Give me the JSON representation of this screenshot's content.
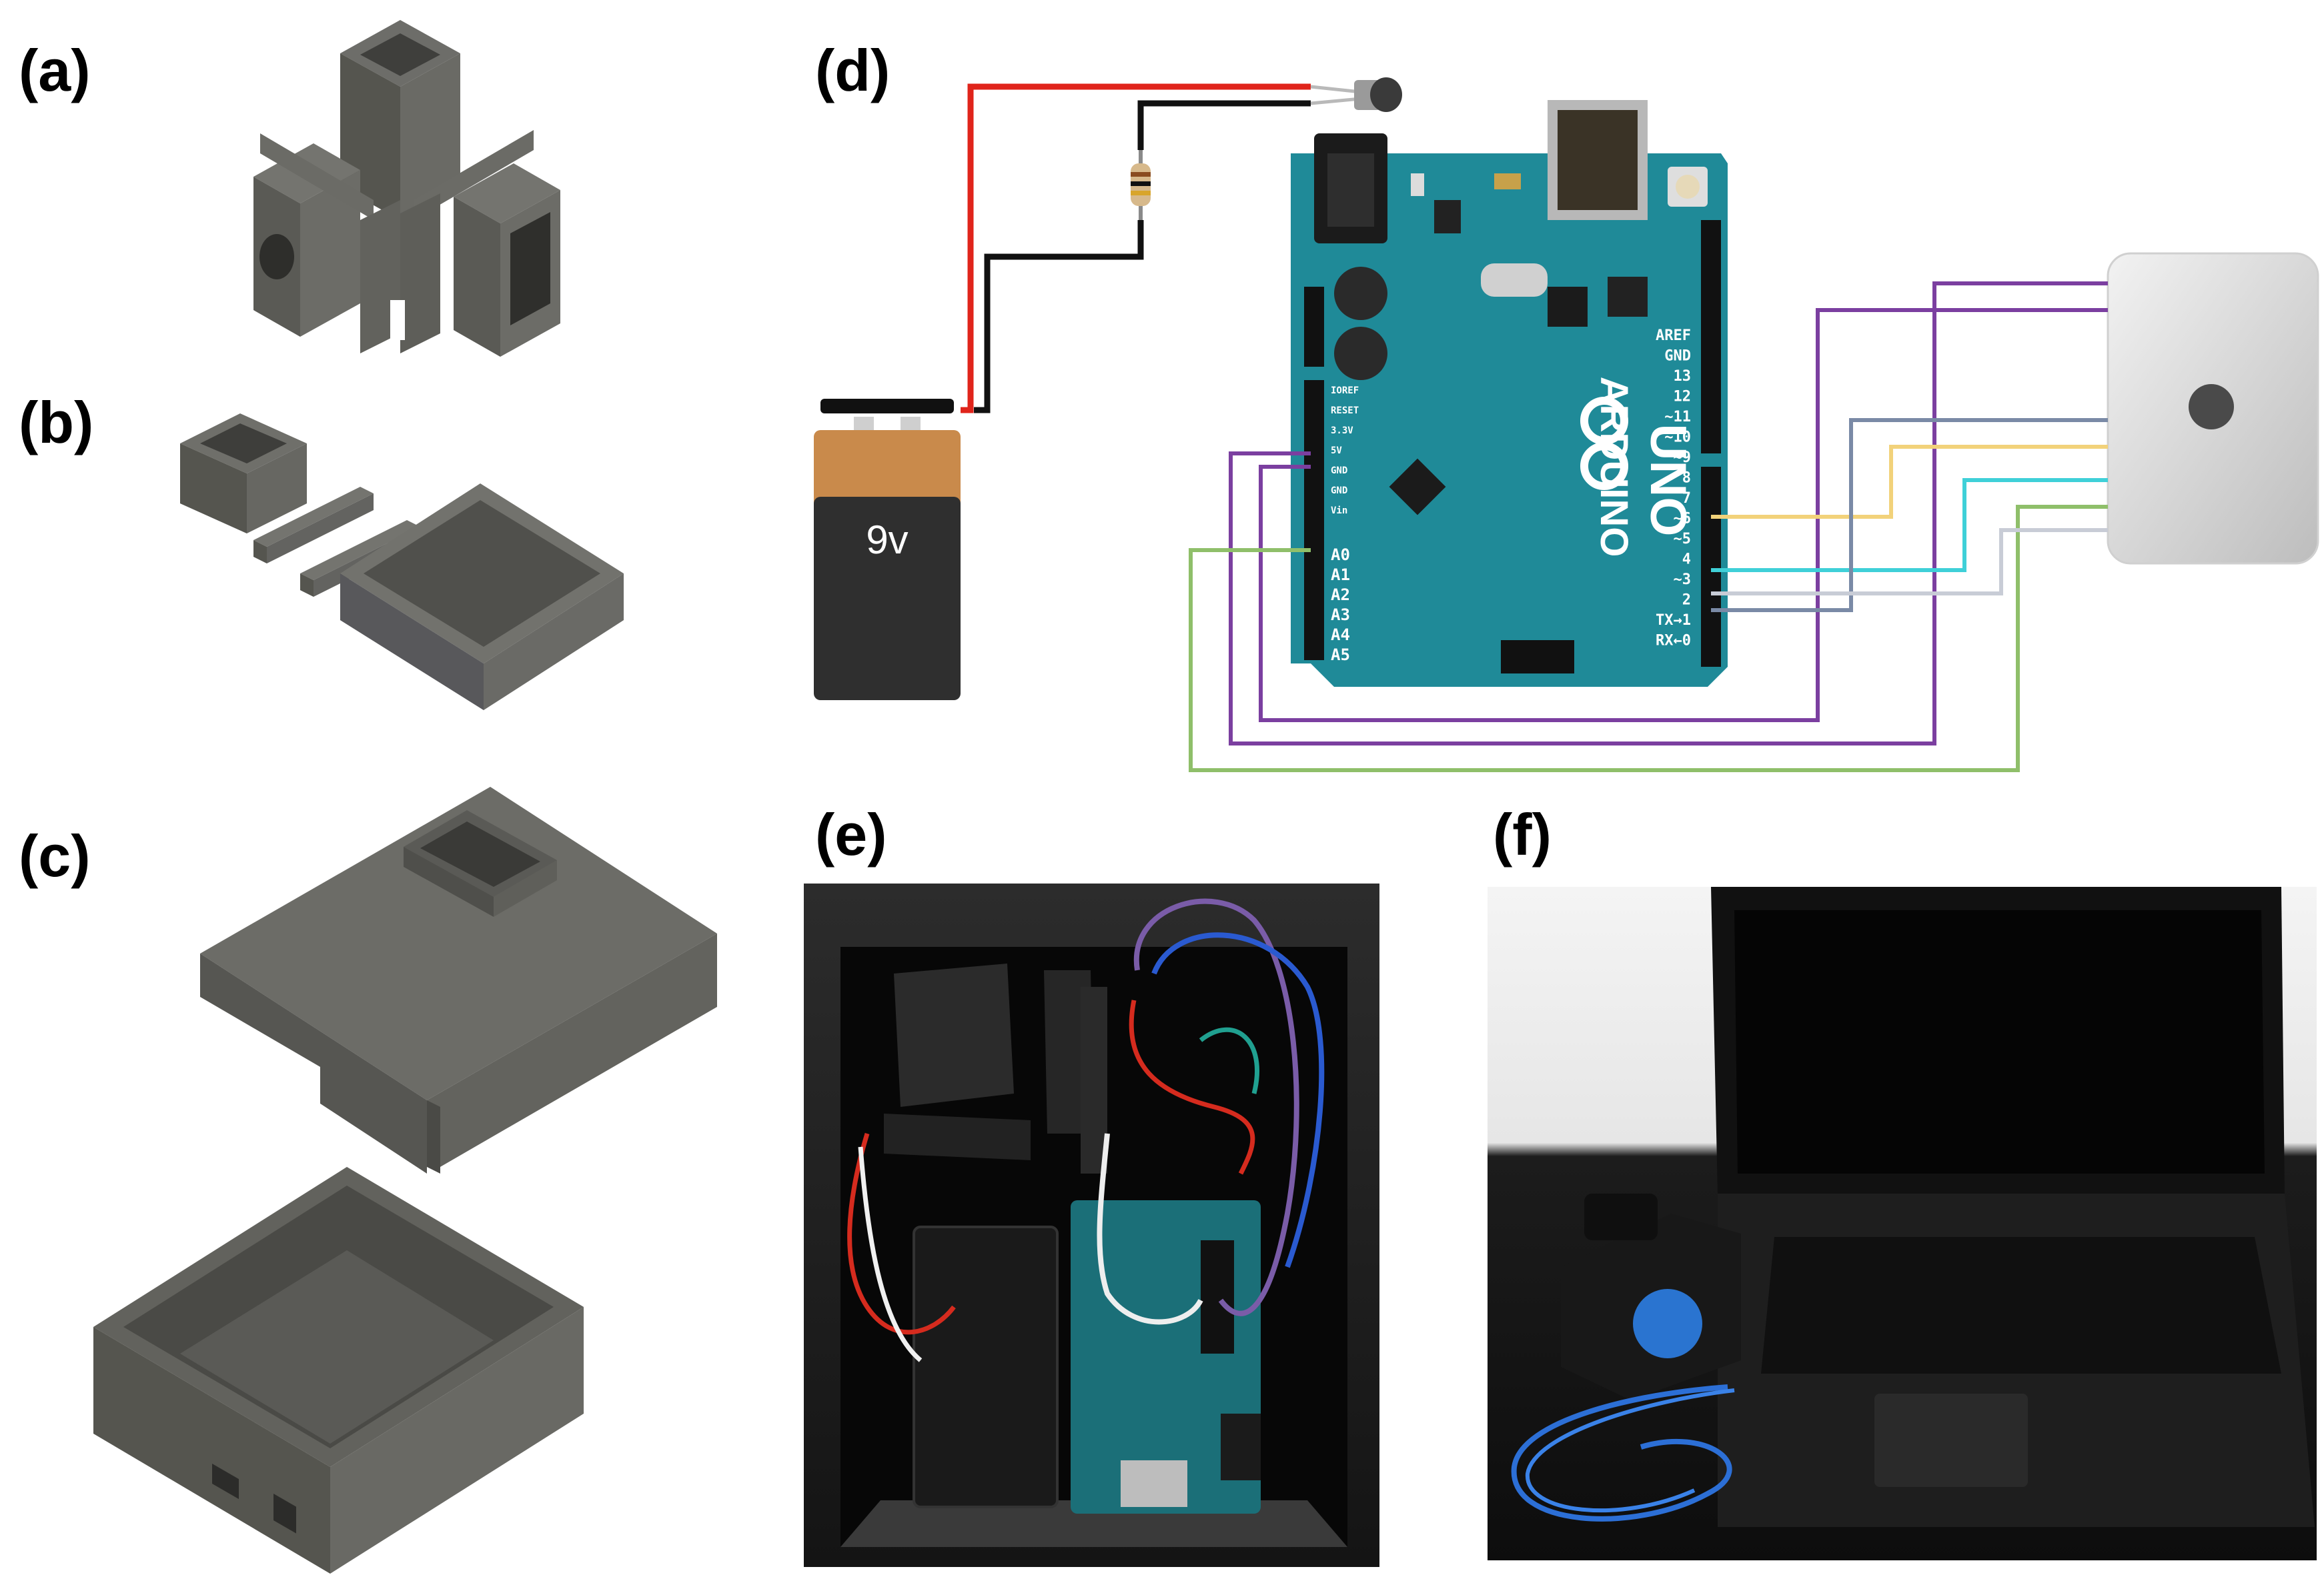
{
  "panels": {
    "a": {
      "label": "(a)"
    },
    "b": {
      "label": "(b)"
    },
    "c": {
      "label": "(c)"
    },
    "d": {
      "label": "(d)"
    },
    "e": {
      "label": "(e)"
    },
    "f": {
      "label": "(f)"
    }
  },
  "circuit": {
    "battery_label": "9v",
    "board_brand": "ARDUINO",
    "board_model": "UNO",
    "digital_pins": [
      "AREF",
      "GND",
      "13",
      "12",
      "~11",
      "~10",
      "~9",
      "8",
      "7",
      "~6",
      "~5",
      "4",
      "~3",
      "2",
      "TX→1",
      "RX←0"
    ],
    "analog_pins": [
      "A0",
      "A1",
      "A2",
      "A3",
      "A4",
      "A5"
    ],
    "power_pins": [
      "IOREF",
      "RESET",
      "3.3V",
      "5V",
      "GND",
      "GND",
      "Vin"
    ],
    "wire_colors": {
      "red": "#e0241b",
      "black": "#111111",
      "purple": "#7b3fa0",
      "green": "#8fbf6a",
      "yellow": "#f2d27a",
      "cyan": "#3fd0d8",
      "slate": "#7a8aa6",
      "light_grey": "#c8ccd6"
    },
    "board_color": "#1f8a98",
    "battery_colors": {
      "top": "#c98a4b",
      "body": "#2f2f2f"
    }
  },
  "cad_color": "#5e5e5a"
}
